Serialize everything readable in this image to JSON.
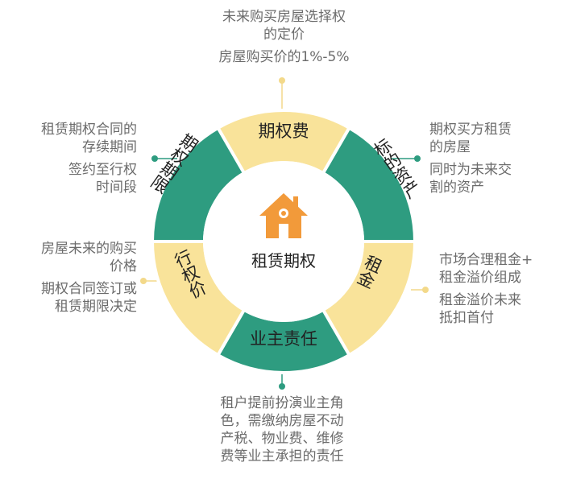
{
  "center": {
    "title": "租赁期权",
    "icon": "house-icon"
  },
  "segments": [
    {
      "id": "top",
      "label": "期权费",
      "color": "#f9e39a"
    },
    {
      "id": "top-right",
      "label": "标的资产",
      "color": "#2e9c80"
    },
    {
      "id": "bottom-right",
      "label": "租金",
      "color": "#f9e39a"
    },
    {
      "id": "bottom",
      "label": "业主责任",
      "color": "#2e9c80"
    },
    {
      "id": "bottom-left",
      "label": "行权价",
      "color": "#f9e39a"
    },
    {
      "id": "top-left",
      "label": "期权期限",
      "color": "#2e9c80"
    }
  ],
  "notes": {
    "top": {
      "line1": "未来购买房屋选择权",
      "line2": "的定价",
      "line3": "房屋购买价的1%-5%"
    },
    "top_right": {
      "line1": "期权买方租赁",
      "line2": "的房屋",
      "line3": "同时为未来交",
      "line4": "割的资产"
    },
    "bottom_right": {
      "line1": "市场合理租金+",
      "line2": "租金溢价组成",
      "line3": "租金溢价未来",
      "line4": "抵扣首付"
    },
    "bottom": {
      "line1": "租户提前扮演业主角",
      "line2": "色，需缴纳房屋不动",
      "line3": "产税、物业费、维修",
      "line4": "费等业主承担的责任"
    },
    "bottom_left": {
      "line1": "房屋未来的购买",
      "line2": "价格",
      "line3": "期权合同签订或",
      "line4": "租赁期限决定"
    },
    "top_left": {
      "line1": "租赁期权合同的",
      "line2": "存续期间",
      "line3": "签约至行权",
      "line4": "时间段"
    }
  },
  "colors": {
    "teal": "#2e9c80",
    "yellow": "#f9e39a",
    "orange": "#f29a3a",
    "text": "#6b6b6b"
  }
}
